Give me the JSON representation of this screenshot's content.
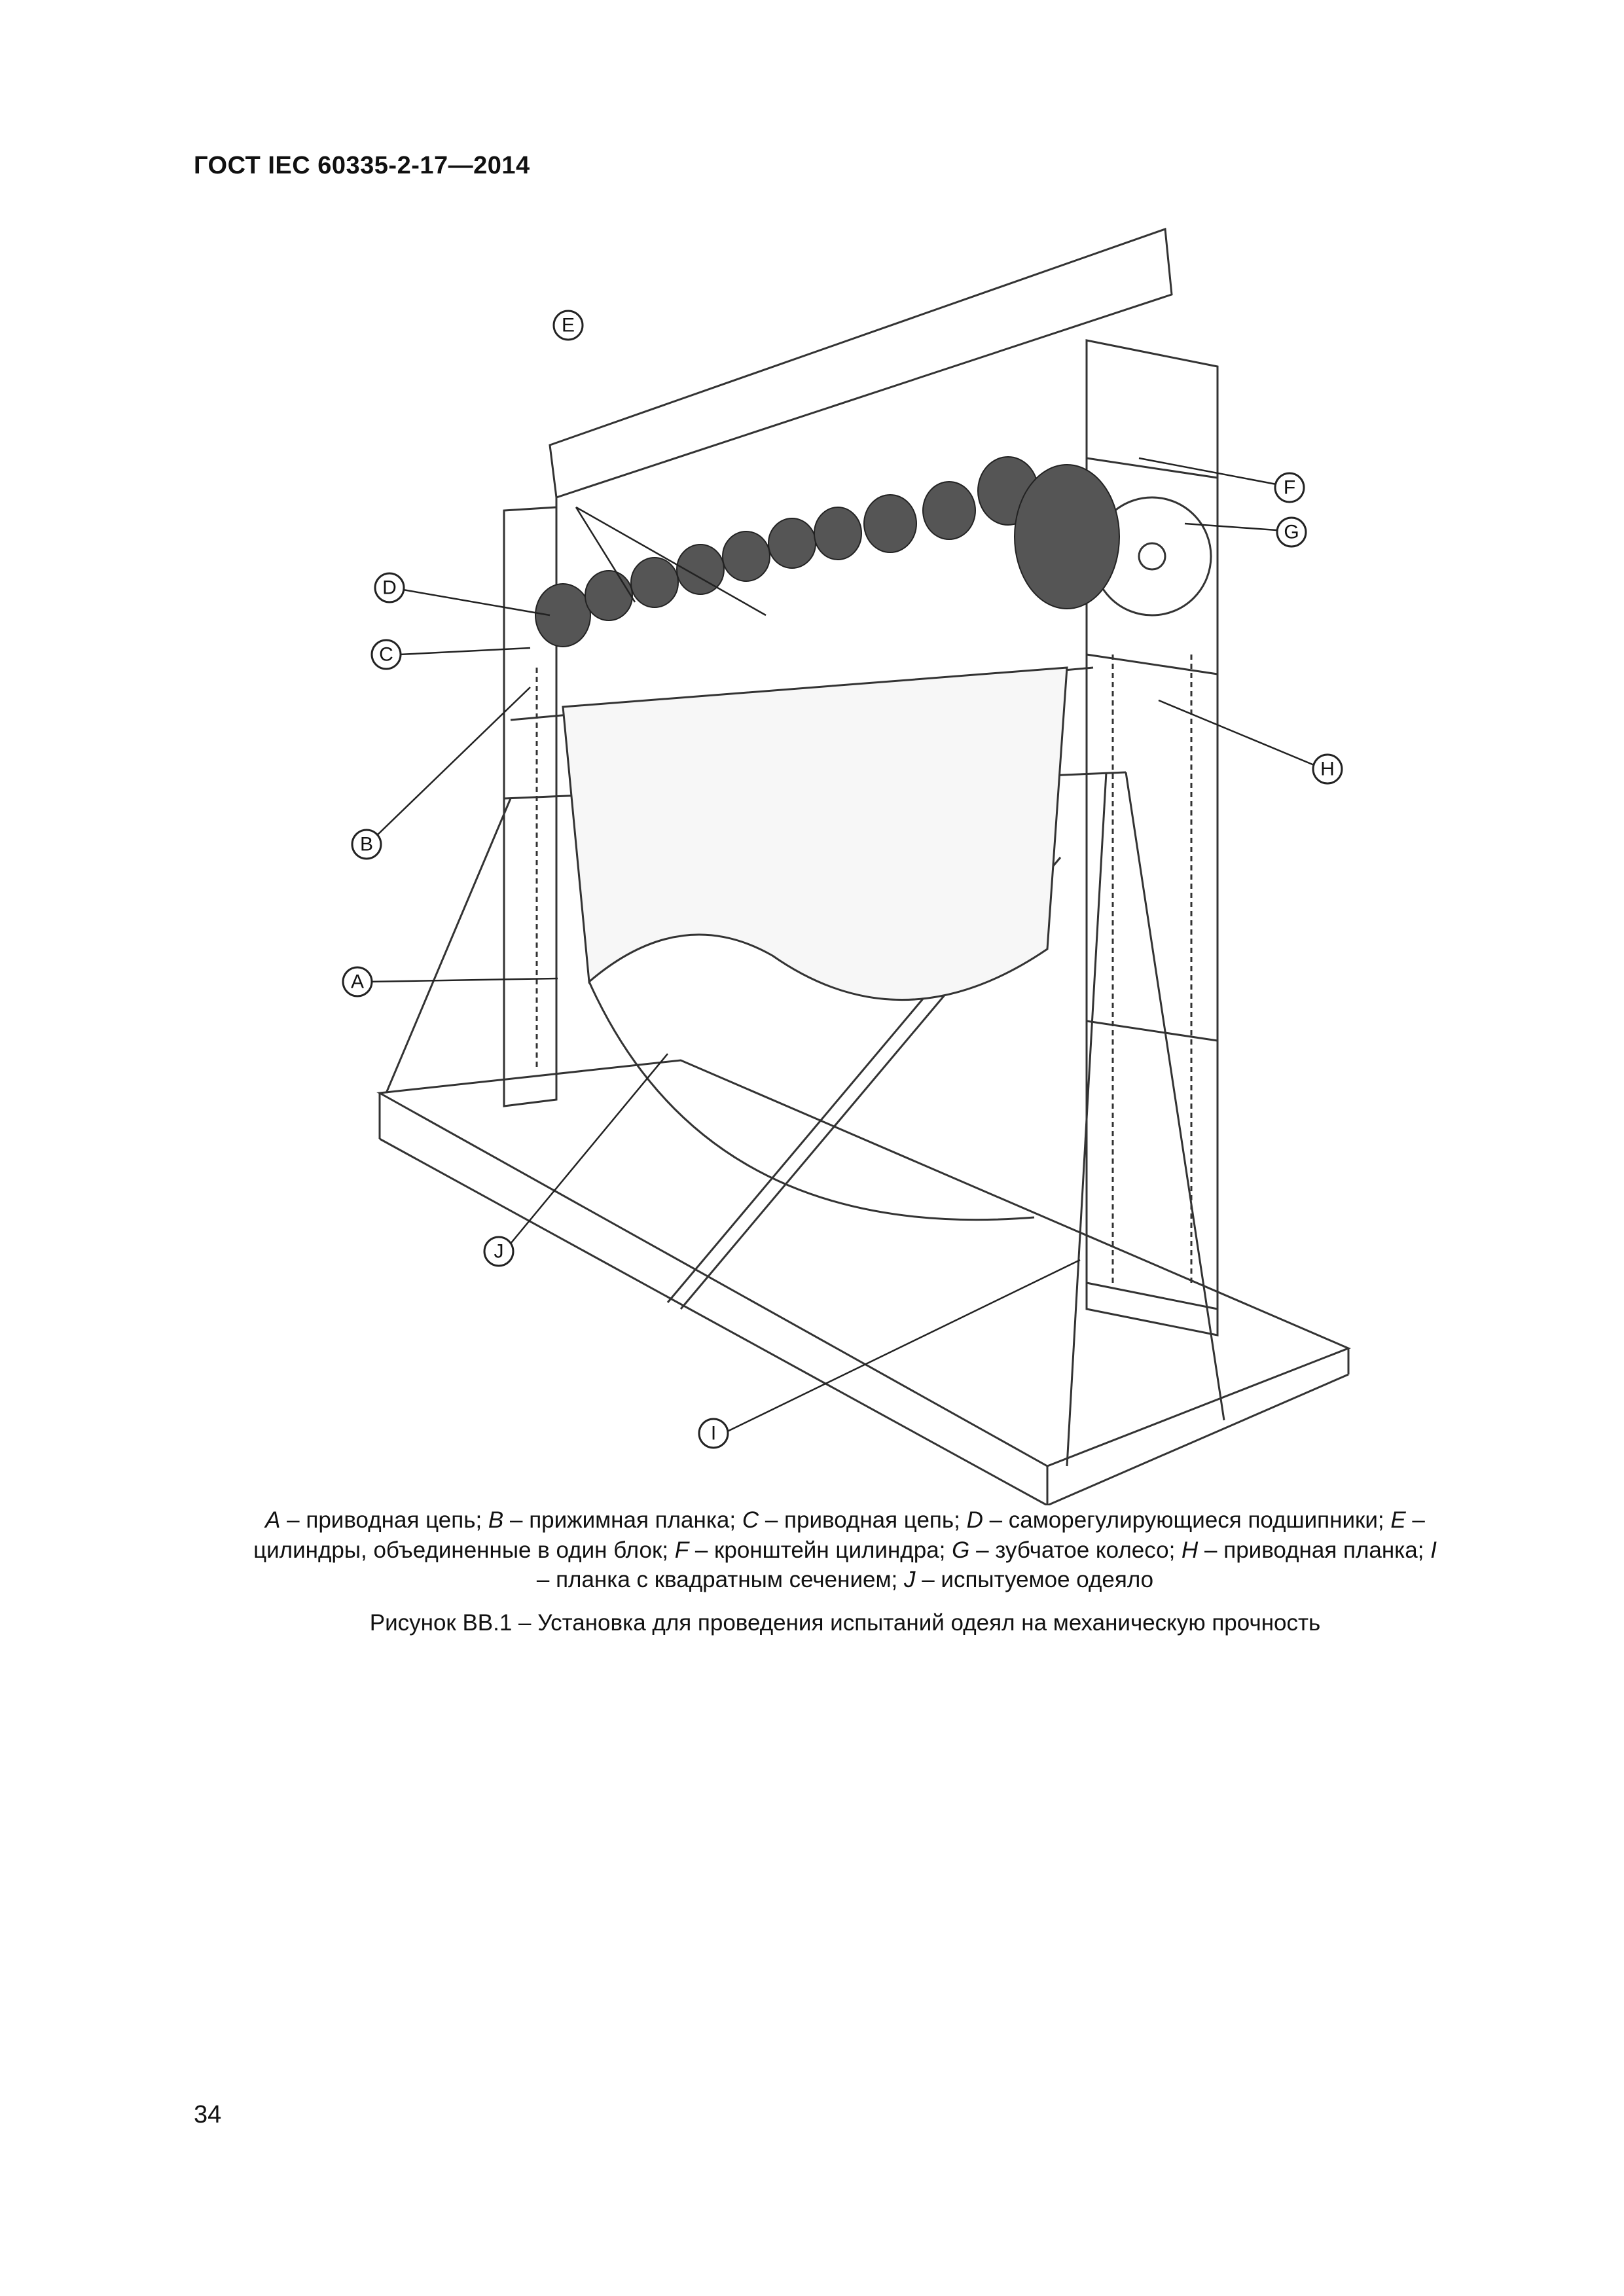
{
  "header": {
    "standard_id": "ГОСТ IEC 60335-2-17—2014"
  },
  "figure": {
    "callouts": [
      "A",
      "B",
      "C",
      "D",
      "E",
      "F",
      "G",
      "H",
      "I",
      "J"
    ]
  },
  "legend": {
    "items": [
      {
        "key": "A",
        "text": "приводная цепь;"
      },
      {
        "key": "B",
        "text": "прижимная планка;"
      },
      {
        "key": "C",
        "text": "приводная цепь;"
      },
      {
        "key": "D",
        "text": "саморегулирующиеся подшипники;"
      },
      {
        "key": "E",
        "text": "цилиндры, объединенные в один блок;"
      },
      {
        "key": "F",
        "text": "кронштейн цилиндра;"
      },
      {
        "key": "G",
        "text": "зубчатое колесо;"
      },
      {
        "key": "H",
        "text": "приводная планка;"
      },
      {
        "key": "I",
        "text": "планка с квадратным сечением;"
      },
      {
        "key": "J",
        "text": "испытуемое одеяло"
      }
    ]
  },
  "caption": "Рисунок BB.1 – Установка для проведения испытаний одеял на механическую прочность",
  "page_number": "34"
}
